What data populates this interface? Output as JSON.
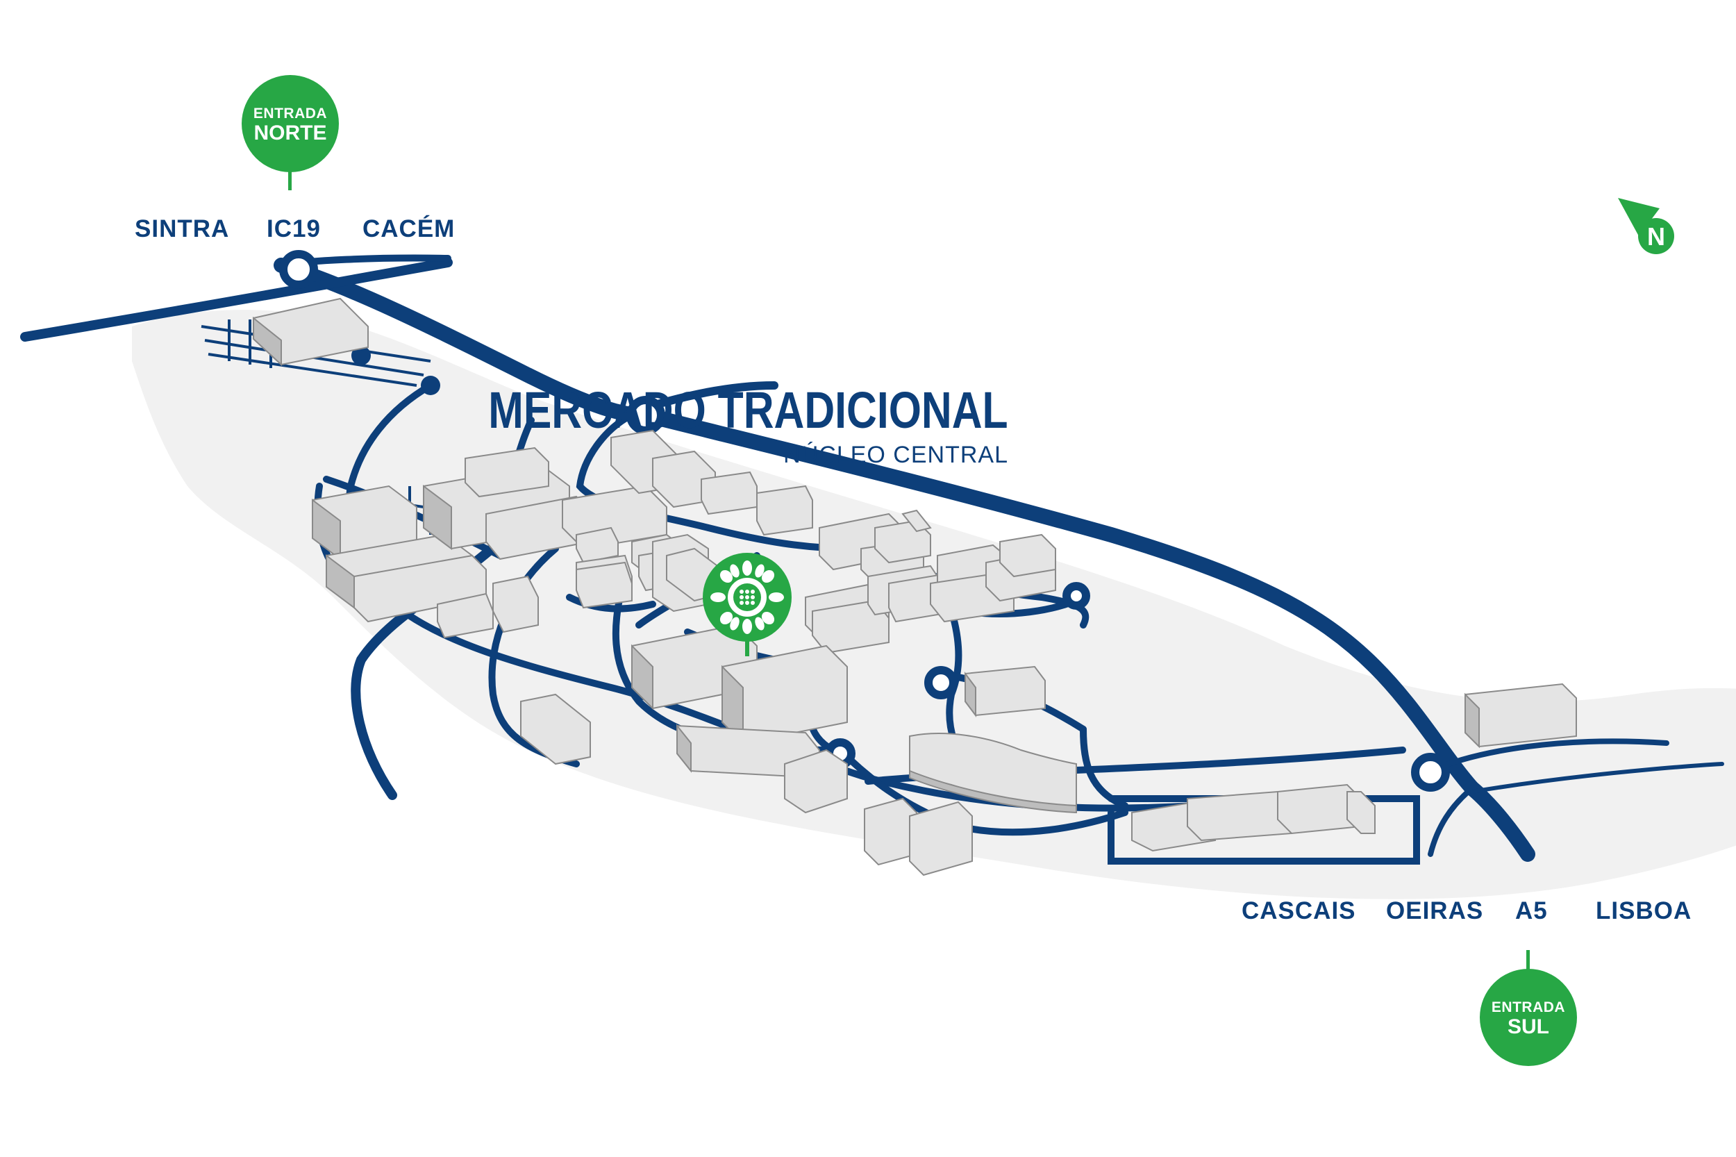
{
  "map": {
    "title": "MERCADO TRADICIONAL",
    "subtitle": "NÚCLEO CENTRAL",
    "north_labels": [
      "SINTRA",
      "IC19",
      "CACÉM"
    ],
    "south_labels": [
      "CASCAIS",
      "OEIRAS",
      "A5",
      "LISBOA"
    ],
    "entrances": {
      "north": {
        "line1": "ENTRADA",
        "line2": "NORTE"
      },
      "south": {
        "line1": "ENTRADA",
        "line2": "SUL"
      }
    },
    "compass": {
      "letter": "N",
      "icon": "north-arrow-icon"
    },
    "market_marker_icon": "sunflower-icon",
    "colors": {
      "road": "#0d3f7a",
      "accent": "#27a745",
      "ground": "#f1f1f1",
      "building_top": "#ececec",
      "building_side": "#bdbdbd"
    }
  }
}
